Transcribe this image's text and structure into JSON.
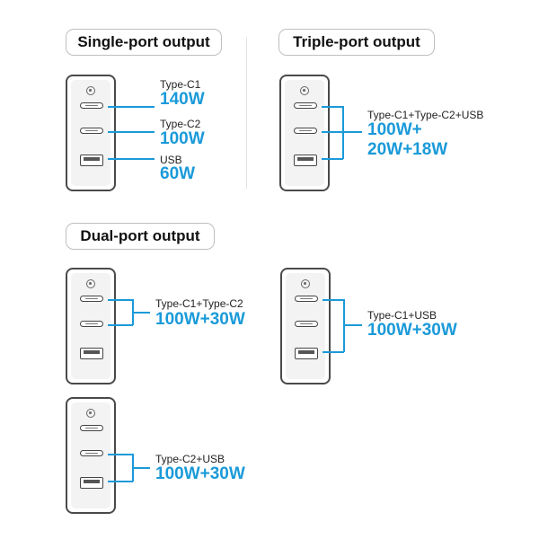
{
  "headings": {
    "single": "Single-port output",
    "triple": "Triple-port output",
    "dual": "Dual-port output"
  },
  "single": {
    "c1_label": "Type-C1",
    "c1_watt": "140W",
    "c2_label": "Type-C2",
    "c2_watt": "100W",
    "usb_label": "USB",
    "usb_watt": "60W"
  },
  "triple": {
    "label": "Type-C1+Type-C2+USB",
    "watt_line1": "100W+",
    "watt_line2": "20W+18W"
  },
  "dual_c1c2": {
    "label": "Type-C1+Type-C2",
    "watt": "100W+30W"
  },
  "dual_c1usb": {
    "label": "Type-C1+USB",
    "watt": "100W+30W"
  },
  "dual_c2usb": {
    "label": "Type-C2+USB",
    "watt": "100W+30W"
  },
  "colors": {
    "accent": "#1a9ad9"
  },
  "icons": [
    "charger-icon",
    "usb-c-port-icon",
    "usb-a-port-icon",
    "brand-logo-icon"
  ]
}
